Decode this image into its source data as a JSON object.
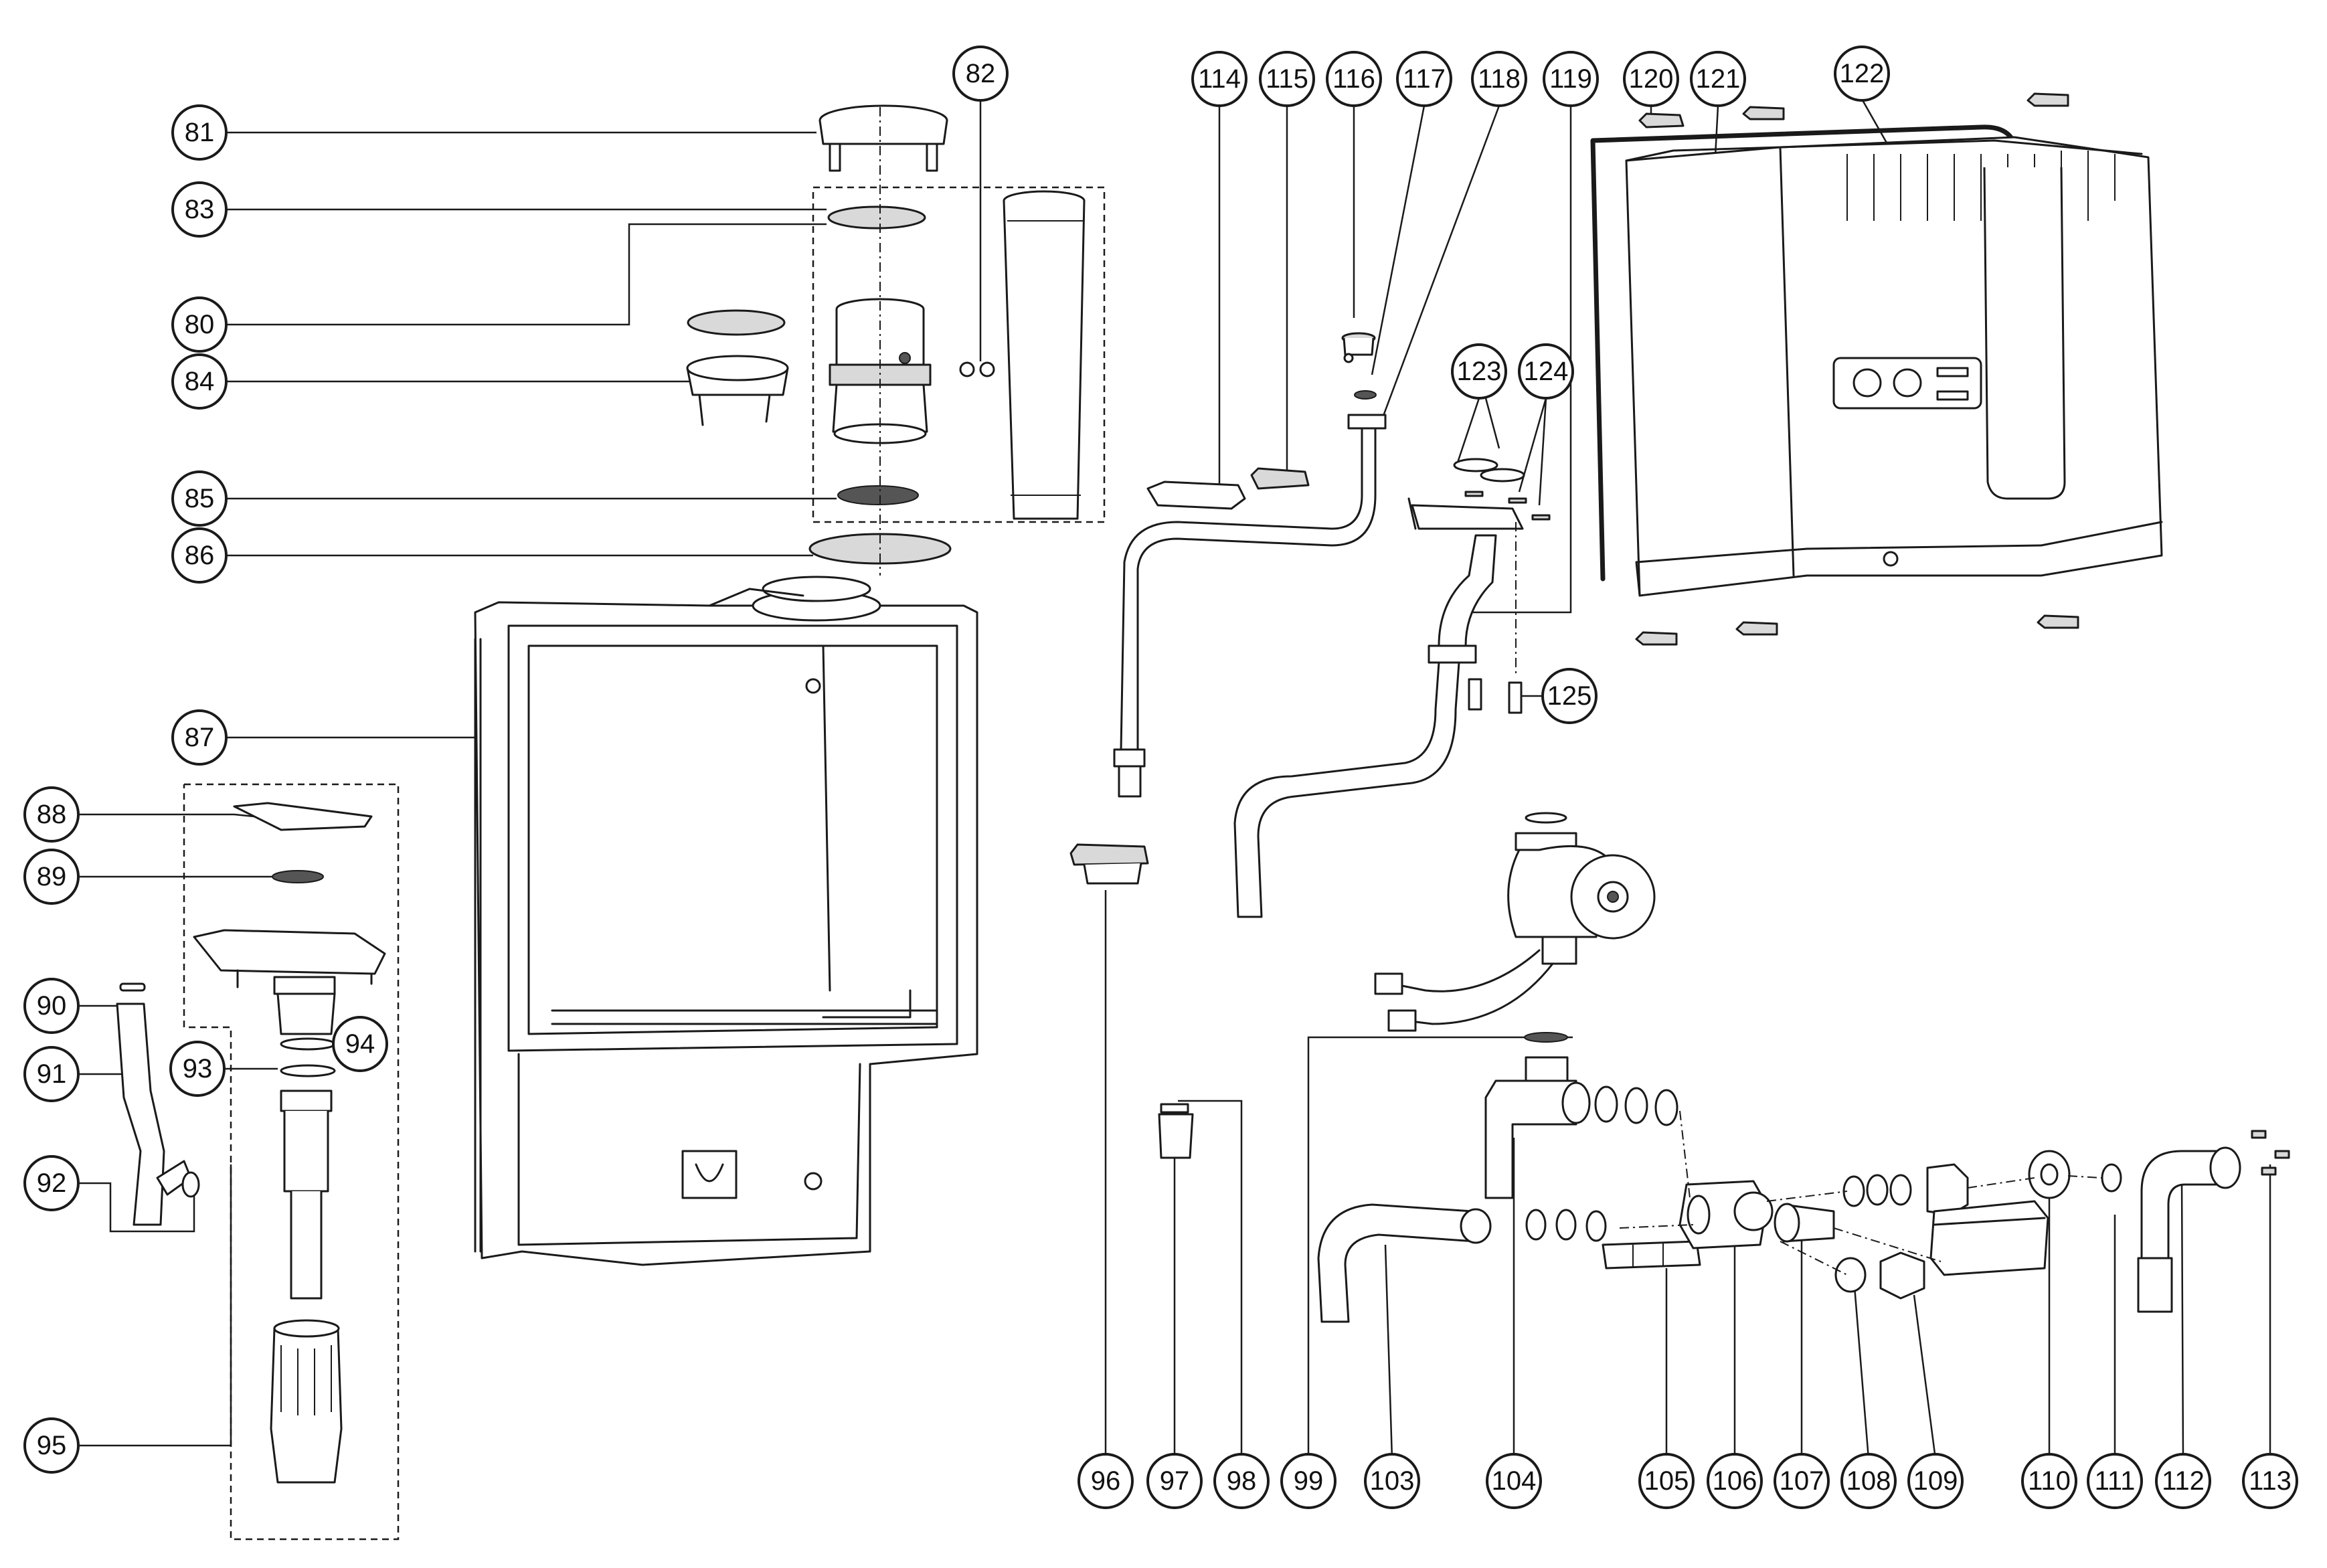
{
  "diagram": {
    "type": "exploded-parts-diagram",
    "colors": {
      "line": "#1a1a1a",
      "background": "#ffffff",
      "part_fill": "#d9d9d9"
    },
    "callouts": [
      {
        "id": "c80",
        "label": "80"
      },
      {
        "id": "c81",
        "label": "81"
      },
      {
        "id": "c82",
        "label": "82"
      },
      {
        "id": "c83",
        "label": "83"
      },
      {
        "id": "c84",
        "label": "84"
      },
      {
        "id": "c85",
        "label": "85"
      },
      {
        "id": "c86",
        "label": "86"
      },
      {
        "id": "c87",
        "label": "87"
      },
      {
        "id": "c88",
        "label": "88"
      },
      {
        "id": "c89",
        "label": "89"
      },
      {
        "id": "c90",
        "label": "90"
      },
      {
        "id": "c91",
        "label": "91"
      },
      {
        "id": "c92",
        "label": "92"
      },
      {
        "id": "c93",
        "label": "93"
      },
      {
        "id": "c94",
        "label": "94"
      },
      {
        "id": "c95",
        "label": "95"
      },
      {
        "id": "c96",
        "label": "96"
      },
      {
        "id": "c97",
        "label": "97"
      },
      {
        "id": "c98",
        "label": "98"
      },
      {
        "id": "c99",
        "label": "99"
      },
      {
        "id": "c103",
        "label": "103"
      },
      {
        "id": "c104",
        "label": "104"
      },
      {
        "id": "c105",
        "label": "105"
      },
      {
        "id": "c106",
        "label": "106"
      },
      {
        "id": "c107",
        "label": "107"
      },
      {
        "id": "c108",
        "label": "108"
      },
      {
        "id": "c109",
        "label": "109"
      },
      {
        "id": "c110",
        "label": "110"
      },
      {
        "id": "c111",
        "label": "111"
      },
      {
        "id": "c112",
        "label": "112"
      },
      {
        "id": "c113",
        "label": "113"
      },
      {
        "id": "c114",
        "label": "114"
      },
      {
        "id": "c115",
        "label": "115"
      },
      {
        "id": "c116",
        "label": "116"
      },
      {
        "id": "c117",
        "label": "117"
      },
      {
        "id": "c118",
        "label": "118"
      },
      {
        "id": "c119",
        "label": "119"
      },
      {
        "id": "c120",
        "label": "120"
      },
      {
        "id": "c121",
        "label": "121"
      },
      {
        "id": "c122",
        "label": "122"
      },
      {
        "id": "c123",
        "label": "123"
      },
      {
        "id": "c124",
        "label": "124"
      },
      {
        "id": "c125",
        "label": "125"
      }
    ]
  }
}
